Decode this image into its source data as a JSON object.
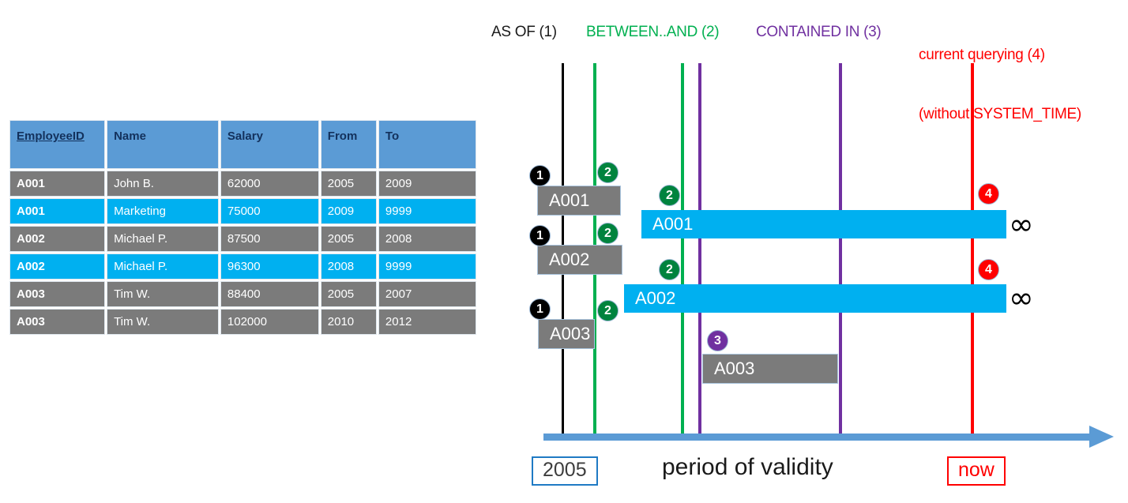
{
  "table": {
    "columns": [
      "EmployeeID",
      "Name",
      "Salary",
      "From",
      "To"
    ],
    "rows": [
      {
        "style": "gray",
        "id": "A001",
        "name": "John  B.",
        "salary": "62000",
        "from": "2005",
        "to": "2009"
      },
      {
        "style": "cyan",
        "id": "A001",
        "name": "Marketing",
        "salary": "75000",
        "from": "2009",
        "to": "9999"
      },
      {
        "style": "gray",
        "id": "A002",
        "name": "Michael P.",
        "salary": "87500",
        "from": "2005",
        "to": "2008"
      },
      {
        "style": "cyan",
        "id": "A002",
        "name": "Michael P.",
        "salary": "96300",
        "from": "2008",
        "to": "9999"
      },
      {
        "style": "gray",
        "id": "A003",
        "name": "Tim W.",
        "salary": "88400",
        "from": "2005",
        "to": "2007"
      },
      {
        "style": "gray",
        "id": "A003",
        "name": "Tim W.",
        "salary": "102000",
        "from": "2010",
        "to": "2012"
      }
    ]
  },
  "legend": {
    "as_of": {
      "label": "AS OF (1)",
      "color": "#1a1a1a"
    },
    "between": {
      "label": "BETWEEN..AND (2)",
      "color": "#00b050"
    },
    "contained": {
      "label": "CONTAINED IN (3)",
      "color": "#7030a0"
    },
    "current_l1": "current querying (4)",
    "current_l2": "(without SYSTEM_TIME)",
    "current_color": "#ff0000"
  },
  "diagram": {
    "bars": [
      {
        "label": "A001",
        "kind": "historical"
      },
      {
        "label": "A001",
        "kind": "current"
      },
      {
        "label": "A002",
        "kind": "historical"
      },
      {
        "label": "A002",
        "kind": "current"
      },
      {
        "label": "A003",
        "kind": "historical"
      },
      {
        "label": "A003",
        "kind": "historical"
      }
    ],
    "badges": {
      "one": "1",
      "two": "2",
      "three": "3",
      "four": "4"
    },
    "infinity_symbol": "∞",
    "axis": {
      "start_label": "2005",
      "caption": "period of validity",
      "end_label": "now"
    }
  },
  "colors": {
    "header_blue": "#5b9bd5",
    "row_gray": "#7b7b7b",
    "row_cyan": "#00b0f0",
    "green": "#00b050",
    "purple": "#7030a0",
    "red": "#ff0000",
    "axis_blue": "#5b9bd5"
  }
}
